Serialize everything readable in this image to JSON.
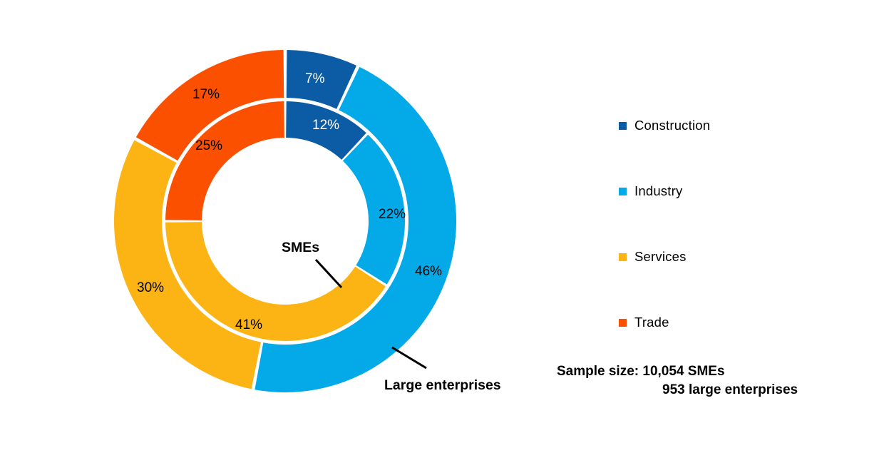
{
  "chart_data": {
    "type": "pie",
    "title": "",
    "subtitle": "",
    "variant": "nested-donut",
    "legend_position": "right",
    "grid": false,
    "categories": [
      "Construction",
      "Industry",
      "Services",
      "Trade"
    ],
    "colors": {
      "construction": "#0B5CA5",
      "industry": "#04A9E8",
      "services": "#FCB415",
      "trade": "#FA5000"
    },
    "series": [
      {
        "name": "Large enterprises",
        "ring": "outer",
        "values": [
          7,
          46,
          30,
          17
        ],
        "labels": [
          "7%",
          "46%",
          "30%",
          "17%"
        ]
      },
      {
        "name": "SMEs",
        "ring": "inner",
        "values": [
          12,
          22,
          41,
          25
        ],
        "labels": [
          "12%",
          "22%",
          "41%",
          "25%"
        ]
      }
    ],
    "annotations": [
      {
        "text": "SMEs",
        "target": "inner-ring"
      },
      {
        "text": "Large enterprises",
        "target": "outer-ring"
      }
    ]
  },
  "legend": {
    "items": [
      {
        "label": "Construction",
        "color": "#0B5CA5",
        "swatch_name": "legend-swatch-construction"
      },
      {
        "label": "Industry",
        "color": "#04A9E8",
        "swatch_name": "legend-swatch-industry"
      },
      {
        "label": "Services",
        "color": "#FCB415",
        "swatch_name": "legend-swatch-services"
      },
      {
        "label": "Trade",
        "color": "#FA5000",
        "swatch_name": "legend-swatch-trade"
      }
    ]
  },
  "sample_size": {
    "line1": "Sample size:  10,054  SMEs",
    "line2": "953 large enterprises"
  },
  "callouts": {
    "smes": "SMEs",
    "large_enterprises": "Large enterprises"
  },
  "outer_labels": {
    "construction": "7%",
    "industry": "46%",
    "services": "30%",
    "trade": "17%"
  },
  "inner_labels": {
    "construction": "12%",
    "industry": "22%",
    "services": "41%",
    "trade": "25%"
  }
}
